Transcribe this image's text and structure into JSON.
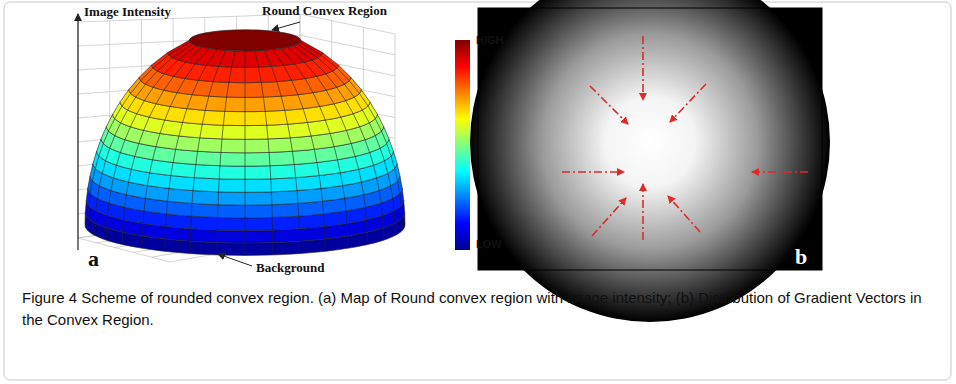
{
  "diagram": {
    "caption": "Figure 4 Scheme of rounded convex region. (a) Map of Round convex region with image intensity; (b) Distribution of Gradient Vectors in the Convex Region.",
    "labels": [
      "Image Intensity",
      "Round Convex Region",
      "HIGH",
      "LOW",
      "Background",
      "a",
      "b"
    ]
  }
}
